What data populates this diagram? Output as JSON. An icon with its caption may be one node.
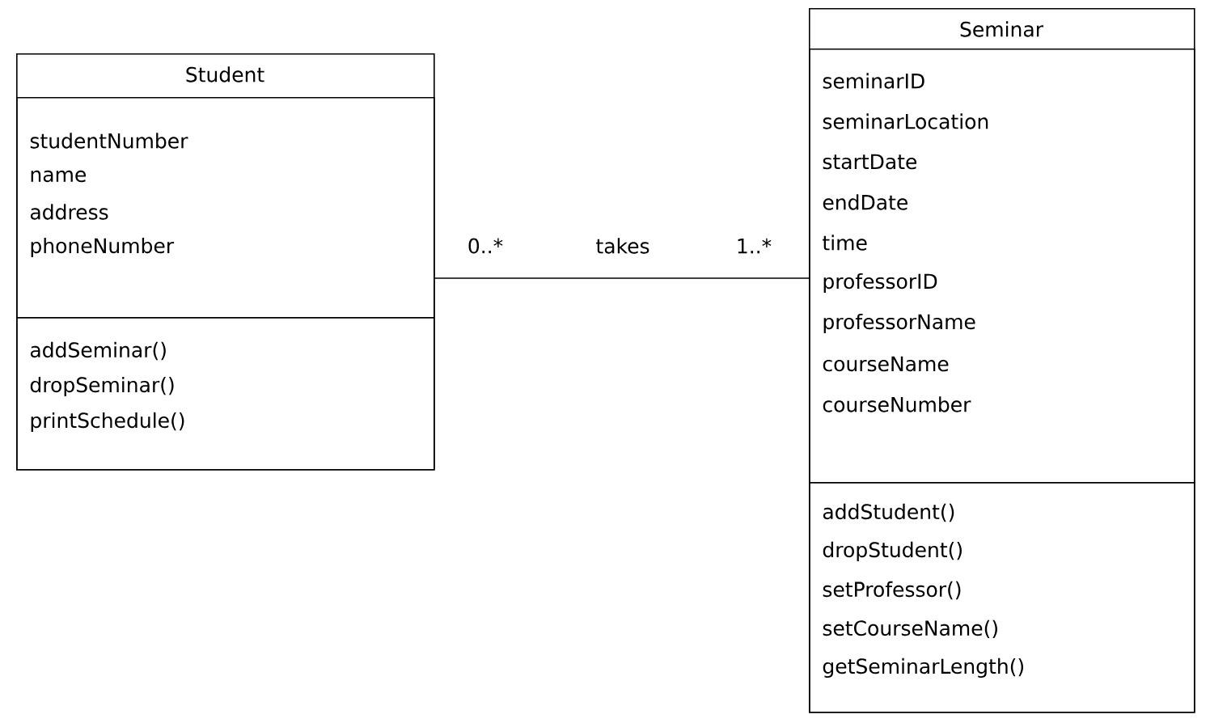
{
  "diagram": {
    "nodes": [
      {
        "text": [
          "Student"
        ]
      },
      {
        "text": [
          "studentNumber",
          "name",
          "address",
          "phoneNumber"
        ],
        "in": 0
      },
      {
        "text": [
          "addSeminar()",
          "dropSeminar()",
          "printSchedule()"
        ],
        "in": 0
      },
      {
        "text": [
          "Seminar"
        ]
      },
      {
        "text": [
          "seminarID",
          "seminarLocation",
          "startDate",
          "endDate",
          "time",
          "professorID",
          "professorName",
          "courseName",
          "courseNumber"
        ],
        "in": 3
      },
      {
        "text": [
          "addStudent()",
          "dropStudent()",
          "setProfessor()",
          "setCourseName()",
          "getSeminarLength()"
        ],
        "in": 3
      }
    ],
    "edges": [
      {
        "from": 0,
        "to": 3,
        "arrow": "none",
        "label": "takes"
      }
    ],
    "labels": [
      "0..*",
      "1..*"
    ]
  }
}
